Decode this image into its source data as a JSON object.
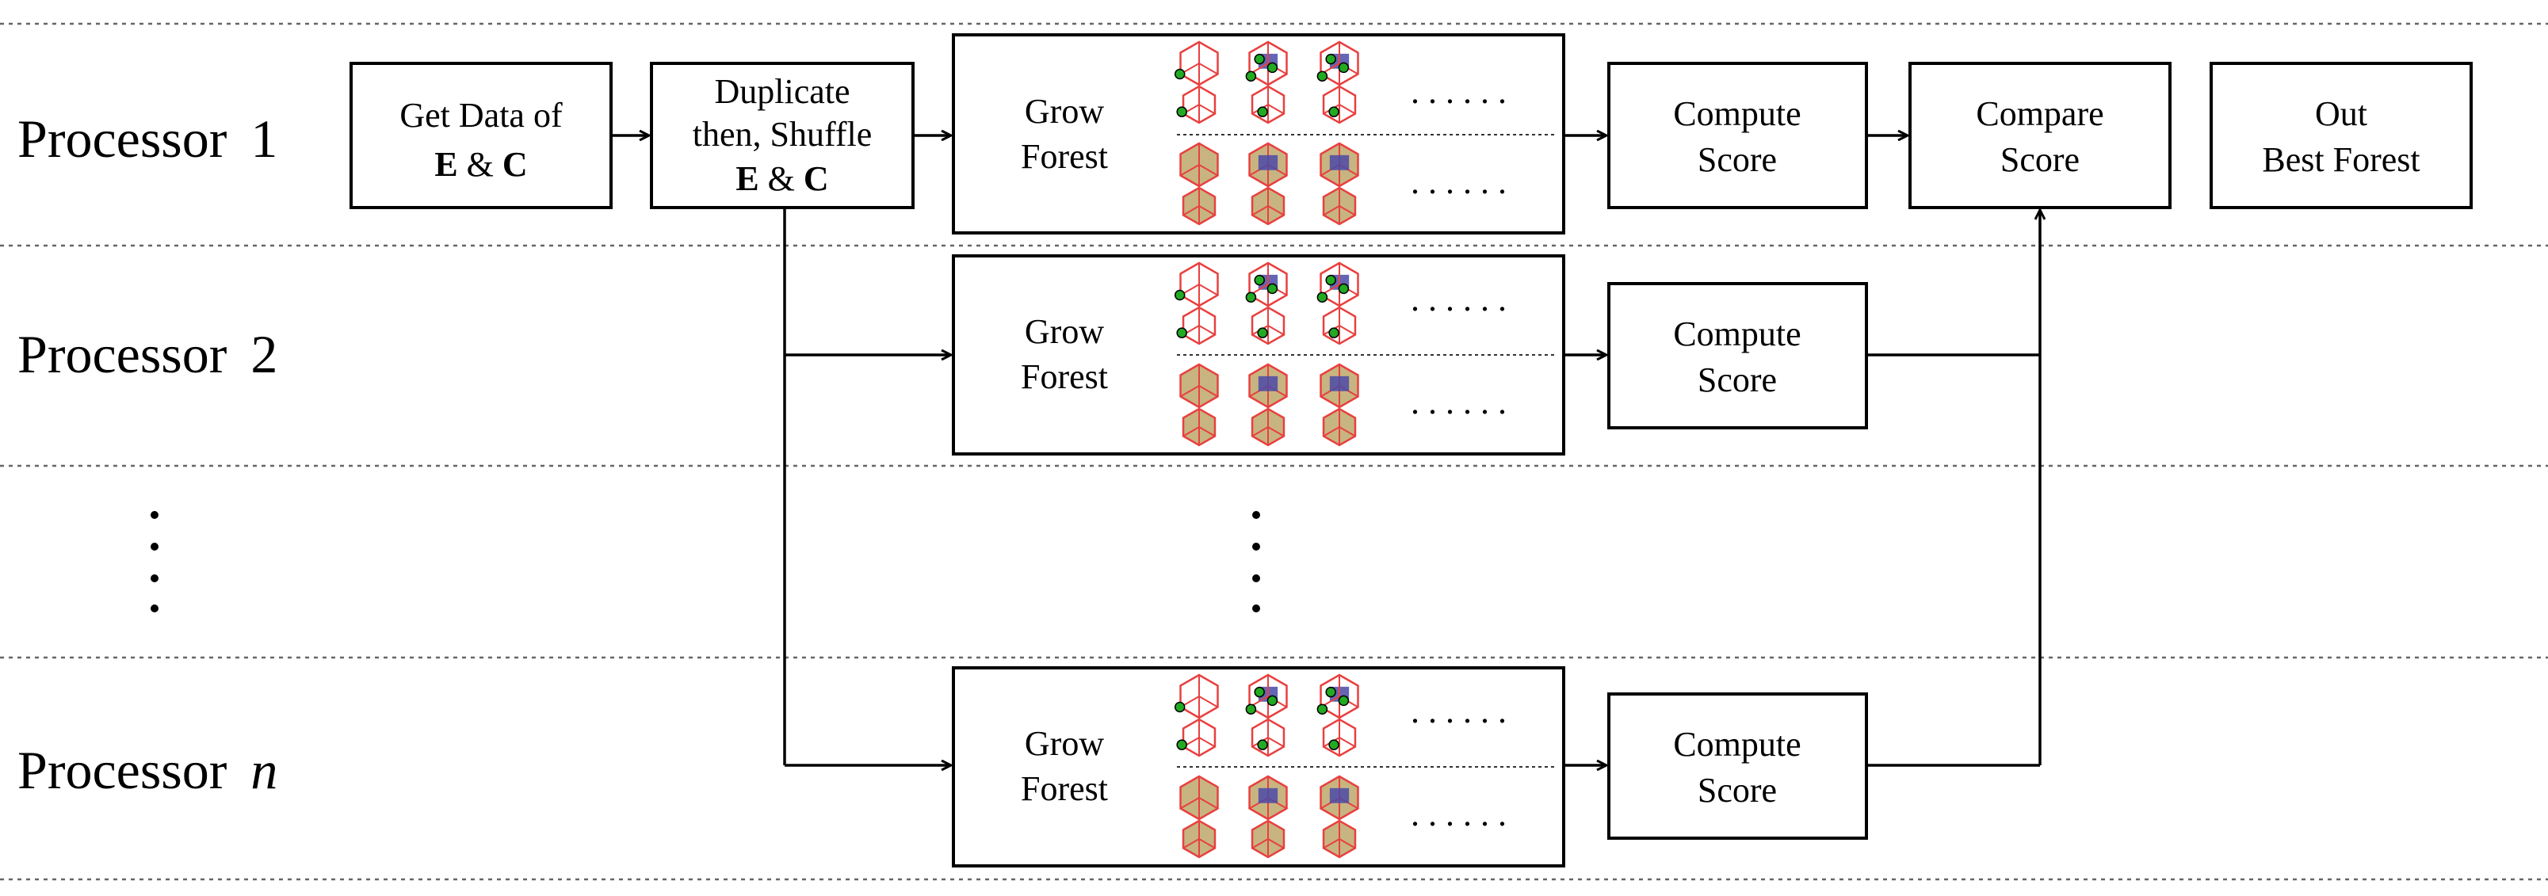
{
  "processors": [
    {
      "label": "Processor",
      "num": "1"
    },
    {
      "label": "Processor",
      "num": "2"
    },
    {
      "label": "Processor",
      "num": "n"
    }
  ],
  "boxes": {
    "get_data": {
      "line1": "Get Data of",
      "bold1": "E",
      "amp": " & ",
      "bold2": "C"
    },
    "duplicate": {
      "line1": "Duplicate",
      "line2": "then, Shuffle",
      "bold1": "E",
      "amp": " & ",
      "bold2": "C"
    },
    "grow_forest": {
      "line1": "Grow",
      "line2": "Forest"
    },
    "compute_score": {
      "line1": "Compute",
      "line2": "Score"
    },
    "compare_score": {
      "line1": "Compare",
      "line2": "Score"
    },
    "out_best_forest": {
      "line1": "Out",
      "line2": "Best Forest"
    }
  },
  "ellipsis": ". . . . . .",
  "colors": {
    "red_cube": "#e8403f",
    "tan_face": "#c8b480",
    "blue_face": "#4a4aa8",
    "green_dot": "#22aa22",
    "box_stroke": "#000000"
  }
}
